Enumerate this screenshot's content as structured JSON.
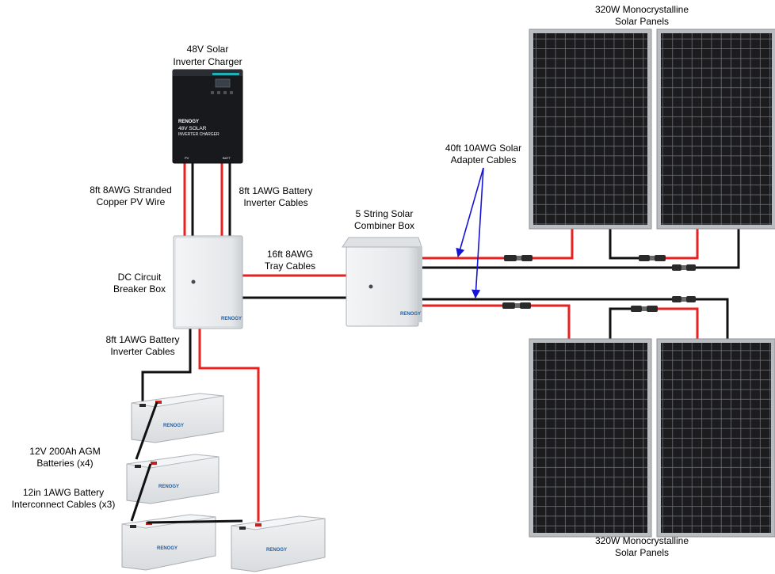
{
  "labels": {
    "inverter_title": [
      "48V Solar",
      "Inverter Charger"
    ],
    "pv_wire": [
      "8ft 8AWG Stranded",
      "Copper PV Wire"
    ],
    "battery_inverter_cables_top": [
      "8ft 1AWG Battery",
      "Inverter Cables"
    ],
    "breaker_box": [
      "DC Circuit",
      "Breaker Box"
    ],
    "tray_cables": [
      "16ft 8AWG",
      "Tray Cables"
    ],
    "combiner_box": [
      "5 String Solar",
      "Combiner Box"
    ],
    "adapter_cables": [
      "40ft 10AWG Solar",
      "Adapter Cables"
    ],
    "panels_top": [
      "320W Monocrystalline",
      "Solar Panels"
    ],
    "panels_bottom": [
      "320W Monocrystalline",
      "Solar Panels"
    ],
    "battery_inverter_cables_bottom": [
      "8ft 1AWG Battery",
      "Inverter Cables"
    ],
    "batteries": [
      "12V 200Ah AGM",
      "Batteries (x4)"
    ],
    "interconnect": [
      "12in 1AWG Battery",
      "Interconnect Cables (x3)"
    ]
  },
  "device_text": {
    "brand": "RENOGY",
    "inverter_face": [
      "48V SOLAR",
      "INVERTER CHARGER"
    ],
    "inverter_ports": [
      "PV",
      "BATT"
    ]
  },
  "colors": {
    "positive": "#e8201f",
    "negative": "#111111",
    "arrow": "#1515d6",
    "panel_cell": "#1c1c1e",
    "panel_frame": "#b9bcc0",
    "box": "#e9ecee",
    "battery": "#e6e8ea"
  }
}
